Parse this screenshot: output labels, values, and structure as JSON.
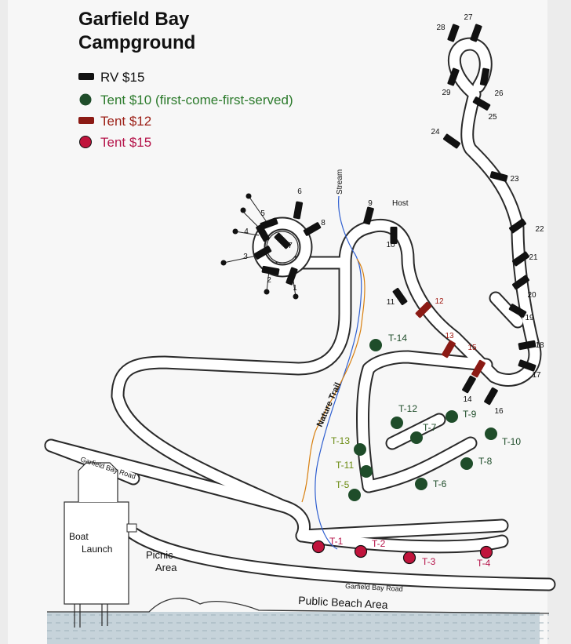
{
  "title": {
    "line1": "Garfield Bay",
    "line2": "Campground"
  },
  "legend": [
    {
      "label": "RV $15",
      "symbol": "rect",
      "color": "#111111",
      "text_color": "#111111"
    },
    {
      "label": "Tent $10 (first-come-first-served)",
      "symbol": "circle",
      "color": "#1f4d2a",
      "text_color": "#2b7a2b"
    },
    {
      "label": "Tent $12",
      "symbol": "rect",
      "color": "#8b1a14",
      "text_color": "#9b1d14"
    },
    {
      "label": "Tent $15",
      "symbol": "circle",
      "color": "#c0143c",
      "text_color": "#b5144a"
    }
  ],
  "labels": {
    "stream": "Stream",
    "host": "Host",
    "nature_trail": "Nature Trail",
    "road_upper": "Garfield Bay Road",
    "road_lower": "Garfield Bay Road",
    "boat_launch_1": "Boat",
    "boat_launch_2": "Launch",
    "picnic_1": "Picnic",
    "picnic_2": "Area",
    "public_beach": "Public Beach Area"
  },
  "rv_sites": [
    "1",
    "2",
    "3",
    "4",
    "5",
    "6",
    "7",
    "8",
    "9",
    "10",
    "11",
    "14",
    "16",
    "17",
    "18",
    "19",
    "20",
    "21",
    "22",
    "23",
    "24",
    "25",
    "26",
    "27",
    "28",
    "29"
  ],
  "tent12_sites": [
    "12",
    "13",
    "15"
  ],
  "tent10_sites": [
    "T-5",
    "T-6",
    "T-7",
    "T-8",
    "T-9",
    "T-10",
    "T-11",
    "T-12",
    "T-13",
    "T-14"
  ],
  "tent15_sites": [
    "T-1",
    "T-2",
    "T-3",
    "T-4"
  ],
  "colors": {
    "rv": "#111111",
    "tent10": "#1f4d2a",
    "tent12": "#8b1a14",
    "tent15": "#c0143c",
    "road_outline": "#2a2a2a",
    "water": "#c9d7de",
    "stream": "#2f5fd0",
    "trail": "#d88010"
  }
}
